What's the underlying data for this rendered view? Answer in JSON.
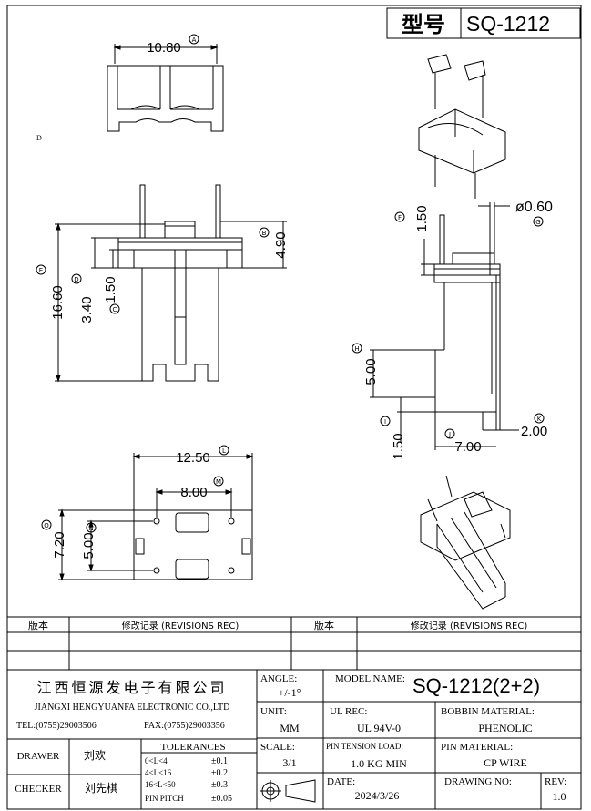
{
  "header": {
    "model_label": "型号",
    "model_value": "SQ-1212"
  },
  "drawing": {
    "note_d": "D",
    "dims": {
      "top_width": "10.80",
      "side_pin_height": "4.90",
      "total_height": "16.60",
      "dim_340": "3.40",
      "dim_150_left": "1.50",
      "bot_width": "12.50",
      "inner_width": "8.00",
      "bot_height": "7.20",
      "inner_height": "5.00",
      "pin_dia": "ø0.60",
      "right_150_top": "1.50",
      "right_500": "5.00",
      "right_150_bot": "1.50",
      "right_700": "7.00",
      "right_200": "2.00"
    },
    "markers": {
      "a": "A",
      "b": "B",
      "e": "E",
      "d": "D",
      "c": "C",
      "f": "F",
      "g": "G",
      "h": "H",
      "i": "I",
      "j": "J",
      "k": "K",
      "l": "L",
      "m": "M",
      "o": "O",
      "n": "N"
    }
  },
  "revisions": {
    "left_ver": "版本",
    "left_rec": "修改记录 (REVISIONS REC)",
    "right_ver": "版本",
    "right_rec": "修改记录 (REVISIONS REC)"
  },
  "title_block": {
    "company_cn": "江西恒源发电子有限公司",
    "company_en": "JIANGXI HENGYUANFA ELECTRONIC CO.,LTD",
    "tel": "TEL:(0755)29003506",
    "fax": "FAX:(0755)29003356",
    "angle_label": "ANGLE:",
    "angle_value": "+/-1°",
    "model_name_label": "MODEL NAME:",
    "model_name_value": "SQ-1212(2+2)",
    "unit_label": "UNIT:",
    "unit_value": "MM",
    "ul_label": "UL REC:",
    "ul_value": "UL 94V-0",
    "bobbin_label": "BOBBIN MATERIAL:",
    "bobbin_value": "PHENOLIC",
    "drawer_label": "DRAWER",
    "drawer_value": "刘欢",
    "checker_label": "CHECKER",
    "checker_value": "刘先棋",
    "tolerances_label": "TOLERANCES",
    "tol_rows": [
      {
        "range": "0<L<4",
        "value": "±0.1"
      },
      {
        "range": "4<L<16",
        "value": "±0.2"
      },
      {
        "range": "16<L<50",
        "value": "±0.3"
      },
      {
        "range": "PIN PITCH",
        "value": "±0.05"
      }
    ],
    "scale_label": "SCALE:",
    "scale_value": "3/1",
    "pin_tension_label": "PIN TENSION LOAD:",
    "pin_tension_value": "1.0 KG MIN",
    "pin_material_label": "PIN MATERIAL:",
    "pin_material_value": "CP WIRE",
    "date_label": "DATE:",
    "date_value": "2024/3/26",
    "drawing_no_label": "DRAWING NO:",
    "rev_label": "REV:",
    "rev_value": "1.0"
  }
}
